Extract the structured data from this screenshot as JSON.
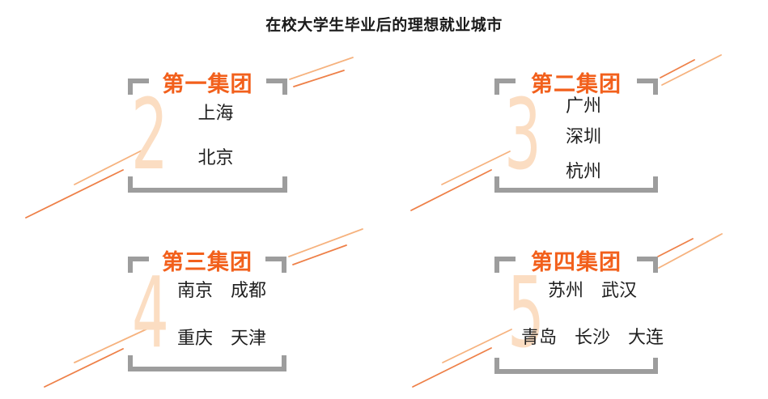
{
  "page": {
    "title": "在校大学生毕业后的理想就业城市"
  },
  "colors": {
    "title_text": "#1a1a1a",
    "accent_orange": "#f2601c",
    "rank_peach": "#fbddc2",
    "bracket_gray": "#9d9d9d",
    "city_text": "#1f1f1f",
    "line_light": "#f6b27e",
    "line_dark": "#ee8048"
  },
  "groups": [
    {
      "rank": "2",
      "title": "第一集团",
      "city_rows": [
        "上海",
        "北京"
      ]
    },
    {
      "rank": "3",
      "title": "第二集团",
      "city_rows": [
        "广州",
        "深圳",
        "杭州"
      ]
    },
    {
      "rank": "4",
      "title": "第三集团",
      "city_rows": [
        "南京　成都",
        "重庆　天津"
      ]
    },
    {
      "rank": "5",
      "title": "第四集团",
      "city_rows": [
        "苏州　武汉",
        "青岛　长沙　大连"
      ]
    }
  ]
}
